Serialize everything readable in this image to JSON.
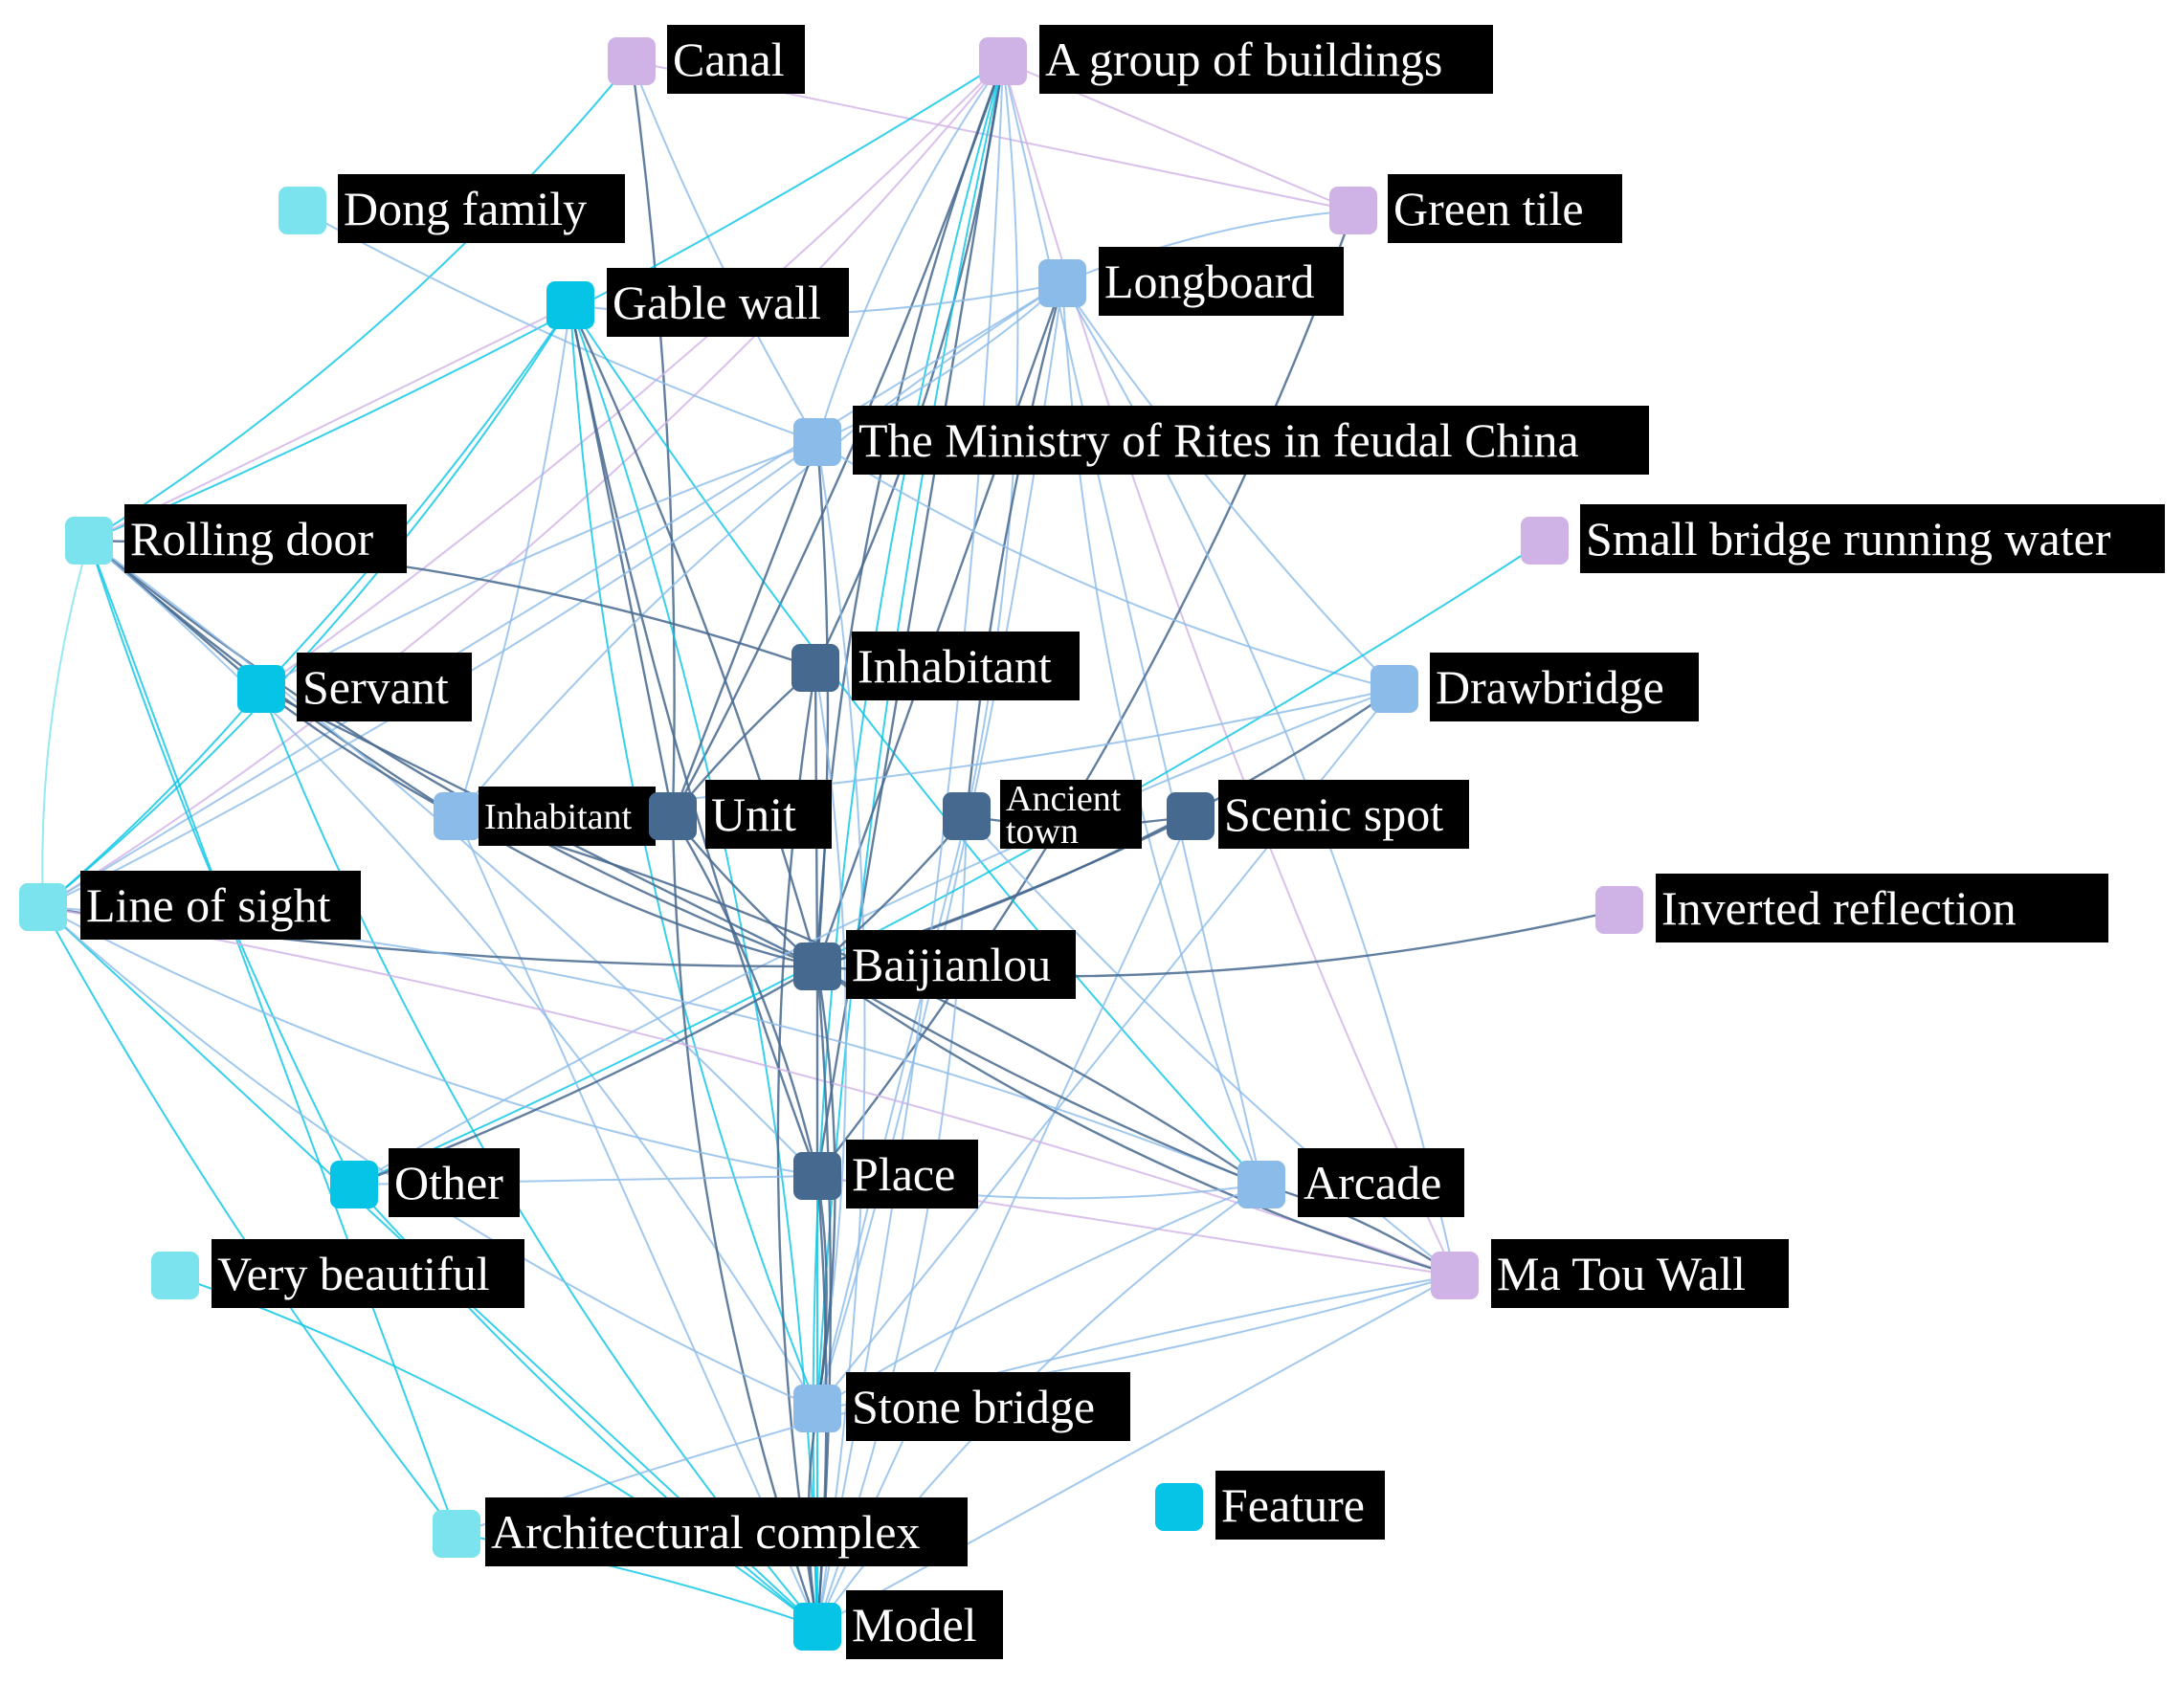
{
  "colors": {
    "lavender": "#cfb2e6",
    "light_cyan": "#7be3ee",
    "cyan": "#05c4e6",
    "light_blue": "#8bbbe8",
    "slate": "#46698f",
    "edge_pale": "#9fc1e6"
  },
  "nodes": [
    {
      "id": "canal",
      "label": "Canal",
      "color": "lavender"
    },
    {
      "id": "group",
      "label": "A group of buildings",
      "color": "lavender"
    },
    {
      "id": "dong",
      "label": "Dong family",
      "color": "light_cyan"
    },
    {
      "id": "green",
      "label": "Green tile",
      "color": "lavender"
    },
    {
      "id": "gable",
      "label": "Gable wall",
      "color": "cyan"
    },
    {
      "id": "longboard",
      "label": "Longboard",
      "color": "light_blue"
    },
    {
      "id": "ministry",
      "label": "The Ministry of Rites in feudal China",
      "color": "light_blue"
    },
    {
      "id": "rolling",
      "label": "Rolling door",
      "color": "light_cyan"
    },
    {
      "id": "smallbridge",
      "label": "Small bridge running water",
      "color": "lavender"
    },
    {
      "id": "inhab1",
      "label": "Inhabitant",
      "color": "slate"
    },
    {
      "id": "servant",
      "label": "Servant",
      "color": "cyan"
    },
    {
      "id": "drawbridge",
      "label": "Drawbridge",
      "color": "light_blue"
    },
    {
      "id": "inhab2",
      "label": "Inhabitant",
      "color": "light_blue"
    },
    {
      "id": "unit",
      "label": "Unit",
      "color": "slate"
    },
    {
      "id": "ancient",
      "label": "Ancient town",
      "color": "slate"
    },
    {
      "id": "scenic",
      "label": "Scenic spot",
      "color": "slate"
    },
    {
      "id": "sight",
      "label": "Line of sight",
      "color": "light_cyan"
    },
    {
      "id": "inverted",
      "label": "Inverted reflection",
      "color": "lavender"
    },
    {
      "id": "baijianlou",
      "label": "Baijianlou",
      "color": "slate"
    },
    {
      "id": "other",
      "label": "Other",
      "color": "cyan"
    },
    {
      "id": "place",
      "label": "Place",
      "color": "slate"
    },
    {
      "id": "arcade",
      "label": "Arcade",
      "color": "light_blue"
    },
    {
      "id": "beautiful",
      "label": "Very beautiful",
      "color": "light_cyan"
    },
    {
      "id": "matou",
      "label": "Ma Tou Wall",
      "color": "lavender"
    },
    {
      "id": "stonebridge",
      "label": "Stone bridge",
      "color": "light_blue"
    },
    {
      "id": "feature",
      "label": "Feature",
      "color": "cyan"
    },
    {
      "id": "architectural",
      "label": "Architectural complex",
      "color": "light_cyan"
    },
    {
      "id": "model",
      "label": "Model",
      "color": "cyan"
    }
  ],
  "edges": [
    [
      "canal",
      "rolling",
      "cyan"
    ],
    [
      "canal",
      "unit",
      "slate"
    ],
    [
      "canal",
      "green",
      "lavender"
    ],
    [
      "canal",
      "ministry",
      "light_blue"
    ],
    [
      "group",
      "baijianlou",
      "slate"
    ],
    [
      "group",
      "inhab1",
      "slate"
    ],
    [
      "group",
      "unit",
      "slate"
    ],
    [
      "group",
      "place",
      "slate"
    ],
    [
      "group",
      "stonebridge",
      "cyan"
    ],
    [
      "group",
      "model",
      "cyan"
    ],
    [
      "group",
      "sight",
      "lavender"
    ],
    [
      "group",
      "servant",
      "lavender"
    ],
    [
      "group",
      "arcade",
      "light_blue"
    ],
    [
      "group",
      "matou",
      "lavender"
    ],
    [
      "group",
      "ministry",
      "light_blue"
    ],
    [
      "group",
      "ancient",
      "light_blue"
    ],
    [
      "group",
      "rolling",
      "cyan"
    ],
    [
      "group",
      "green",
      "lavender"
    ],
    [
      "dong",
      "ministry",
      "light_blue"
    ],
    [
      "green",
      "longboard",
      "light_blue"
    ],
    [
      "green",
      "place",
      "slate"
    ],
    [
      "gable",
      "baijianlou",
      "slate"
    ],
    [
      "gable",
      "unit",
      "slate"
    ],
    [
      "gable",
      "place",
      "slate"
    ],
    [
      "gable",
      "stonebridge",
      "cyan"
    ],
    [
      "gable",
      "model",
      "cyan"
    ],
    [
      "gable",
      "servant",
      "cyan"
    ],
    [
      "gable",
      "rolling",
      "lavender"
    ],
    [
      "gable",
      "arcade",
      "cyan"
    ],
    [
      "gable",
      "longboard",
      "light_blue"
    ],
    [
      "gable",
      "sight",
      "cyan"
    ],
    [
      "gable",
      "inhab2",
      "light_blue"
    ],
    [
      "longboard",
      "baijianlou",
      "slate"
    ],
    [
      "longboard",
      "ancient",
      "slate"
    ],
    [
      "longboard",
      "arcade",
      "light_blue"
    ],
    [
      "longboard",
      "matou",
      "light_blue"
    ],
    [
      "longboard",
      "stonebridge",
      "light_blue"
    ],
    [
      "longboard",
      "sight",
      "light_blue"
    ],
    [
      "longboard",
      "drawbridge",
      "light_blue"
    ],
    [
      "longboard",
      "inhab2",
      "light_blue"
    ],
    [
      "longboard",
      "ministry",
      "light_blue"
    ],
    [
      "ministry",
      "baijianlou",
      "slate"
    ],
    [
      "ministry",
      "unit",
      "slate"
    ],
    [
      "ministry",
      "servant",
      "light_blue"
    ],
    [
      "ministry",
      "drawbridge",
      "light_blue"
    ],
    [
      "ministry",
      "model",
      "light_blue"
    ],
    [
      "ministry",
      "sight",
      "light_blue"
    ],
    [
      "rolling",
      "servant",
      "slate"
    ],
    [
      "rolling",
      "inhab2",
      "slate"
    ],
    [
      "rolling",
      "baijianlou",
      "slate"
    ],
    [
      "rolling",
      "inhab1",
      "slate"
    ],
    [
      "rolling",
      "place",
      "light_blue"
    ],
    [
      "rolling",
      "architectural",
      "cyan"
    ],
    [
      "rolling",
      "other",
      "cyan"
    ],
    [
      "rolling",
      "sight",
      "light_cyan"
    ],
    [
      "rolling",
      "stonebridge",
      "light_blue"
    ],
    [
      "smallbridge",
      "other",
      "cyan"
    ],
    [
      "inhab1",
      "baijianlou",
      "slate"
    ],
    [
      "inhab1",
      "unit",
      "slate"
    ],
    [
      "inhab1",
      "model",
      "slate"
    ],
    [
      "inhab1",
      "stonebridge",
      "light_blue"
    ],
    [
      "servant",
      "sight",
      "cyan"
    ],
    [
      "servant",
      "baijianlou",
      "slate"
    ],
    [
      "servant",
      "inhab2",
      "slate"
    ],
    [
      "servant",
      "model",
      "cyan"
    ],
    [
      "drawbridge",
      "baijianlou",
      "slate"
    ],
    [
      "drawbridge",
      "inhab2",
      "light_blue"
    ],
    [
      "drawbridge",
      "stonebridge",
      "light_blue"
    ],
    [
      "drawbridge",
      "other",
      "light_blue"
    ],
    [
      "inhab2",
      "baijianlou",
      "slate"
    ],
    [
      "inhab2",
      "arcade",
      "slate"
    ],
    [
      "inhab2",
      "unit",
      "slate"
    ],
    [
      "inhab2",
      "model",
      "light_blue"
    ],
    [
      "unit",
      "baijianlou",
      "slate"
    ],
    [
      "unit",
      "model",
      "slate"
    ],
    [
      "unit",
      "place",
      "slate"
    ],
    [
      "ancient",
      "baijianlou",
      "slate"
    ],
    [
      "ancient",
      "stonebridge",
      "light_blue"
    ],
    [
      "ancient",
      "matou",
      "light_blue"
    ],
    [
      "ancient",
      "scenic",
      "slate"
    ],
    [
      "ancient",
      "model",
      "light_blue"
    ],
    [
      "scenic",
      "baijianlou",
      "slate"
    ],
    [
      "scenic",
      "model",
      "light_blue"
    ],
    [
      "sight",
      "baijianlou",
      "slate"
    ],
    [
      "sight",
      "place",
      "light_blue"
    ],
    [
      "sight",
      "arcade",
      "light_blue"
    ],
    [
      "sight",
      "matou",
      "lavender"
    ],
    [
      "sight",
      "model",
      "cyan"
    ],
    [
      "sight",
      "architectural",
      "cyan"
    ],
    [
      "sight",
      "stonebridge",
      "light_blue"
    ],
    [
      "inverted",
      "baijianlou",
      "slate"
    ],
    [
      "baijianlou",
      "other",
      "slate"
    ],
    [
      "baijianlou",
      "place",
      "slate"
    ],
    [
      "baijianlou",
      "arcade",
      "slate"
    ],
    [
      "baijianlou",
      "matou",
      "slate"
    ],
    [
      "baijianlou",
      "stonebridge",
      "slate"
    ],
    [
      "baijianlou",
      "model",
      "slate"
    ],
    [
      "other",
      "place",
      "light_blue"
    ],
    [
      "other",
      "model",
      "cyan"
    ],
    [
      "place",
      "arcade",
      "light_blue"
    ],
    [
      "place",
      "stonebridge",
      "slate"
    ],
    [
      "place",
      "model",
      "slate"
    ],
    [
      "place",
      "matou",
      "lavender"
    ],
    [
      "arcade",
      "stonebridge",
      "light_blue"
    ],
    [
      "arcade",
      "model",
      "light_blue"
    ],
    [
      "arcade",
      "matou",
      "slate"
    ],
    [
      "matou",
      "stonebridge",
      "light_blue"
    ],
    [
      "matou",
      "model",
      "light_blue"
    ],
    [
      "matou",
      "architectural",
      "light_blue"
    ],
    [
      "stonebridge",
      "model",
      "slate"
    ],
    [
      "beautiful",
      "model",
      "cyan"
    ],
    [
      "architectural",
      "model",
      "cyan"
    ],
    [
      "model",
      "place",
      "cyan"
    ],
    [
      "model",
      "group",
      "light_blue"
    ]
  ]
}
